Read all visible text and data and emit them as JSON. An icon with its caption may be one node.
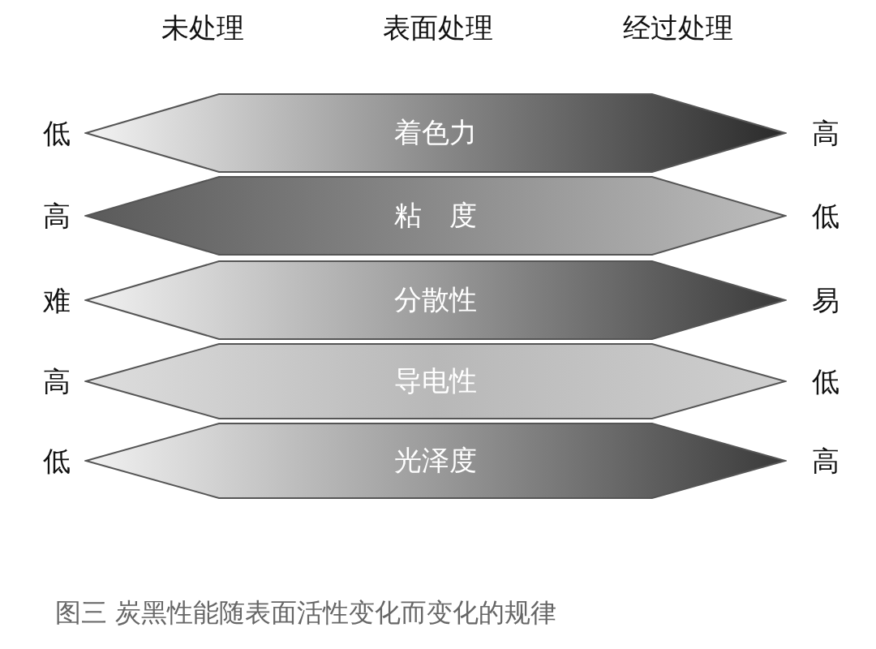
{
  "diagram": {
    "caption": "图三 炭黑性能随表面活性变化而变化的规律",
    "nodes": [
      {
        "text": [
          "着色力"
        ],
        "beside": [
          "低",
          "高"
        ]
      },
      {
        "text": [
          "粘　度"
        ],
        "beside": [
          "高",
          "低"
        ]
      },
      {
        "text": [
          "分散性"
        ],
        "beside": [
          "难",
          "易"
        ]
      },
      {
        "text": [
          "导电性"
        ],
        "beside": [
          "高",
          "低"
        ]
      },
      {
        "text": [
          "光泽度"
        ],
        "beside": [
          "低",
          "高"
        ]
      }
    ],
    "labels": [
      "未处理",
      "表面处理",
      "经过处理"
    ]
  }
}
